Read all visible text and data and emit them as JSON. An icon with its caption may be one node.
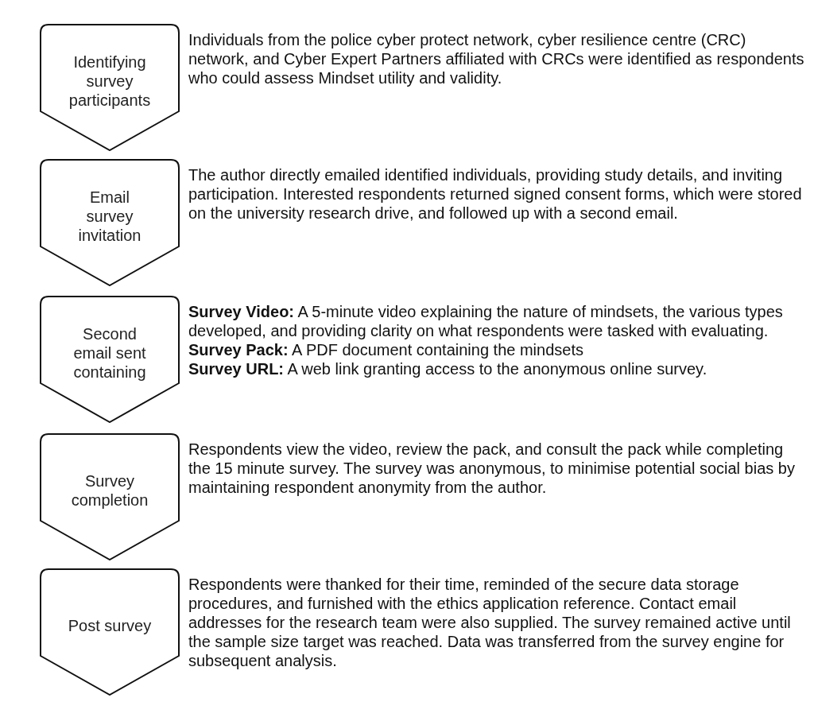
{
  "diagram": {
    "nodes": [
      {
        "text": [
          "Identifying survey participants"
        ],
        "beside": [
          "Individuals from the police cyber protect network, cyber resilience centre (CRC) network, and Cyber Expert Partners affiliated with CRCs were identified as respondents who could assess Mindset utility and validity."
        ]
      },
      {
        "text": [
          "Email survey invitation"
        ],
        "beside": [
          "The author directly emailed identified individuals, providing study details, and inviting participation. Interested respondents returned signed consent forms, which were stored on the university research drive, and followed up with a second email."
        ]
      },
      {
        "text": [
          "Second email sent containing"
        ],
        "beside": [
          "**Survey Video:** A 5-minute video explaining the nature of mindsets, the various types developed, and providing clarity on what respondents were tasked with evaluating.",
          "**Survey Pack:** A PDF document containing the mindsets",
          "**Survey URL:** A web link granting access to the anonymous online survey."
        ]
      },
      {
        "text": [
          "Survey completion"
        ],
        "beside": [
          "Respondents view the video, review the pack, and consult the pack while completing the 15 minute survey. The survey was anonymous, to minimise potential social bias by maintaining respondent anonymity from the author."
        ]
      },
      {
        "text": [
          "Post survey"
        ],
        "beside": [
          "Respondents were thanked for their time, reminded of the secure data storage procedures, and furnished with the ethics application reference. Contact email addresses for the research team were also supplied. The survey remained active until the sample size target was reached. Data was transferred from the survey engine for subsequent analysis."
        ]
      }
    ],
    "edges": []
  }
}
